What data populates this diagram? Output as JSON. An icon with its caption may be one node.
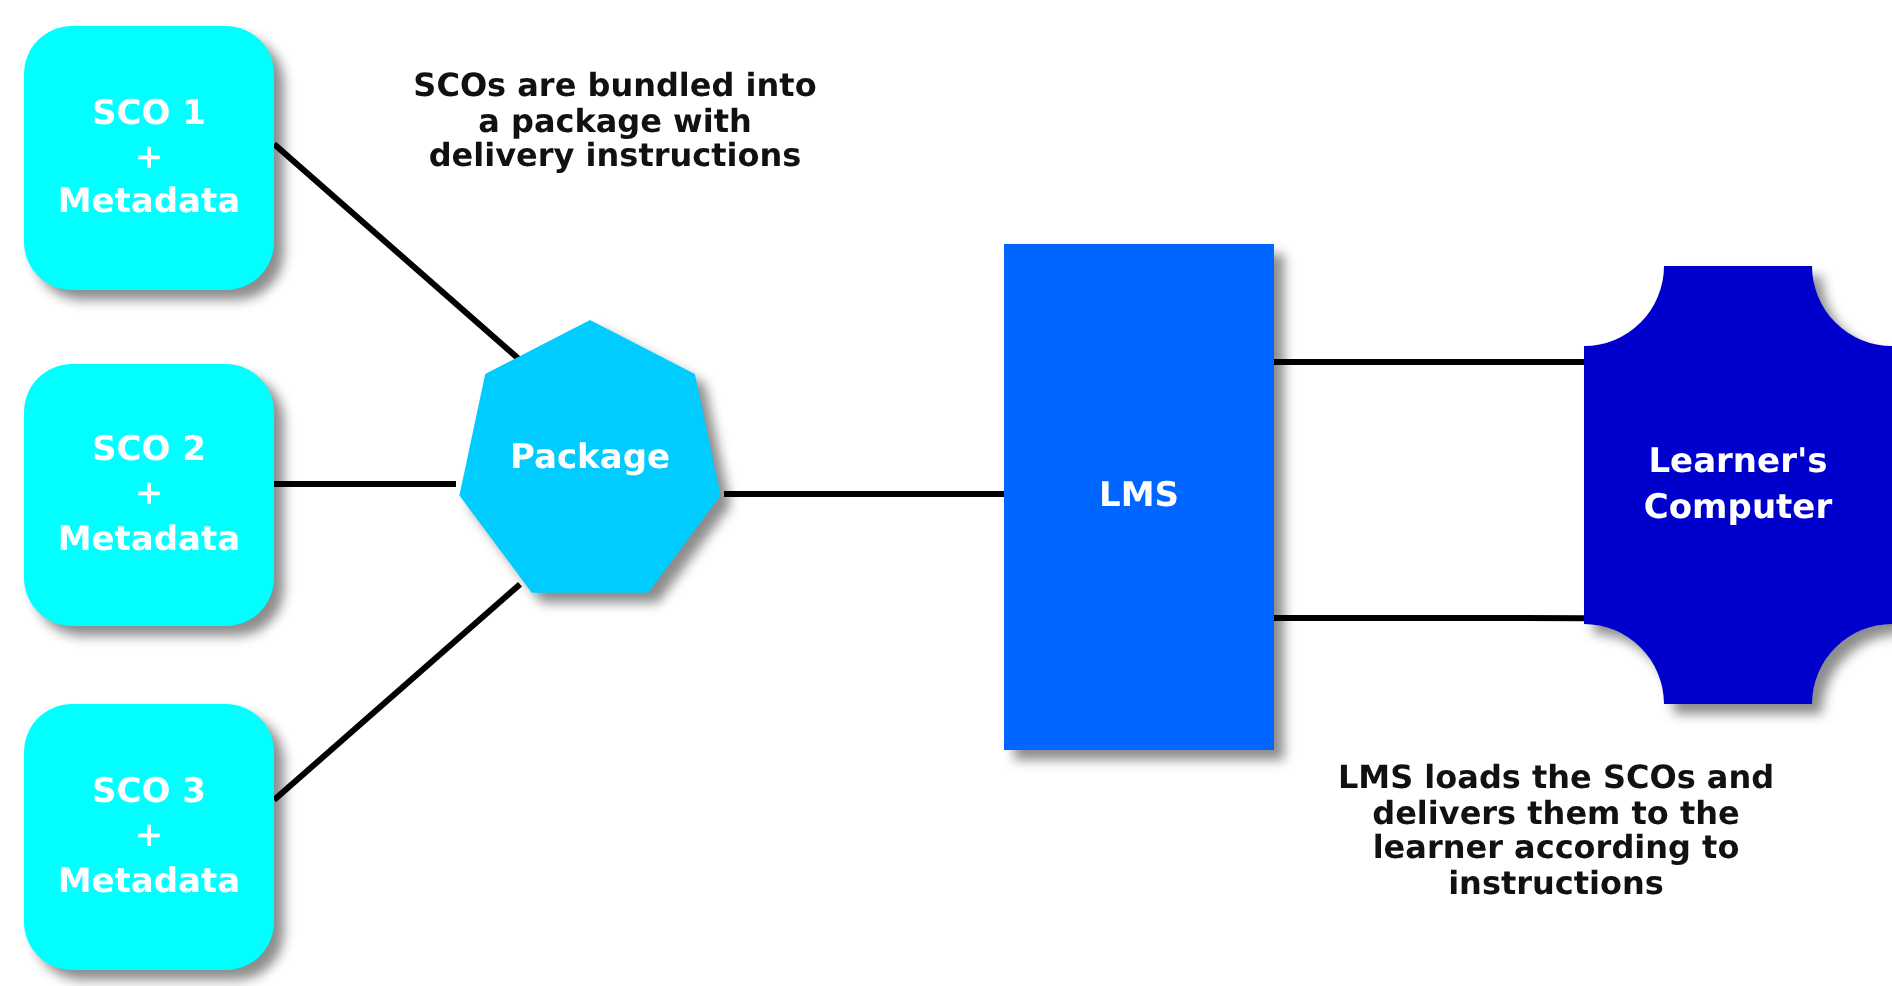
{
  "diagram": {
    "nodes": [
      {
        "text": [
          "SCO 1",
          "+",
          "Metadata"
        ]
      },
      {
        "text": [
          "SCO 2",
          "+",
          "Metadata"
        ]
      },
      {
        "text": [
          "SCO 3",
          "+",
          "Metadata"
        ]
      },
      {
        "text": [
          "Package"
        ]
      },
      {
        "text": [
          "LMS"
        ]
      },
      {
        "text": [
          "Learner's Computer"
        ]
      }
    ],
    "edges": [
      {
        "from": 0,
        "to": 3,
        "arrow": "none"
      },
      {
        "from": 1,
        "to": 3,
        "arrow": "none"
      },
      {
        "from": 2,
        "to": 3,
        "arrow": "none"
      },
      {
        "from": 3,
        "to": 4,
        "arrow": "none"
      },
      {
        "from": 4,
        "to": 5,
        "arrow": "none"
      },
      {
        "from": 4,
        "to": 5,
        "arrow": "none"
      }
    ],
    "labels": [
      "SCOs are bundled into a package with delivery instructions",
      "LMS loads the SCOs and delivers them to the learner according to instructions"
    ]
  }
}
